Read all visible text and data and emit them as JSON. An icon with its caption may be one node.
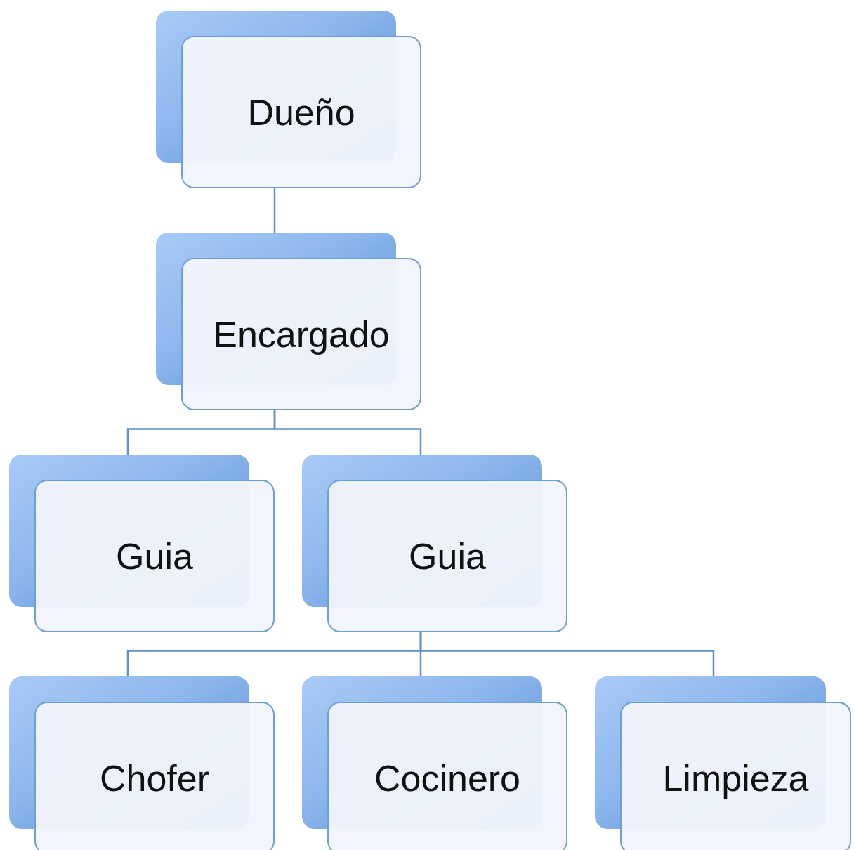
{
  "diagram": {
    "nodes": [
      {
        "text": [
          "Dueño"
        ]
      },
      {
        "text": [
          "Encargado"
        ]
      },
      {
        "text": [
          "Guia"
        ]
      },
      {
        "text": [
          "Guia"
        ]
      },
      {
        "text": [
          "Chofer"
        ]
      },
      {
        "text": [
          "Cocinero"
        ]
      },
      {
        "text": [
          "Limpieza"
        ]
      }
    ],
    "edges": [
      {
        "from": 0,
        "to": 1,
        "arrow": "none"
      },
      {
        "from": 1,
        "to": 2,
        "arrow": "none"
      },
      {
        "from": 1,
        "to": 3,
        "arrow": "none"
      },
      {
        "from": 3,
        "to": 4,
        "arrow": "none"
      },
      {
        "from": 3,
        "to": 5,
        "arrow": "none"
      },
      {
        "from": 3,
        "to": 6,
        "arrow": "none"
      }
    ]
  }
}
